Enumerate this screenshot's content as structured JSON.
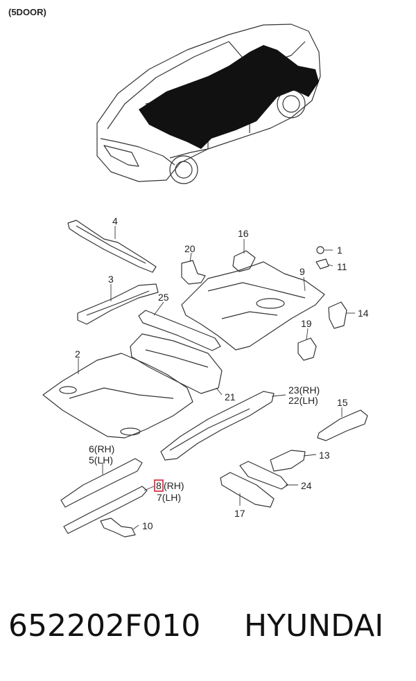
{
  "header": {
    "variant": "(5DOOR)"
  },
  "callouts": {
    "c1": "1",
    "c11": "11",
    "c4": "4",
    "c16": "16",
    "c20": "20",
    "c9": "9",
    "c3": "3",
    "c25": "25",
    "c14": "14",
    "c19": "19",
    "c2": "2",
    "c21": "21",
    "c23": "23(RH)",
    "c22": "22(LH)",
    "c15": "15",
    "c6": "6(RH)",
    "c5": "5(LH)",
    "c13": "13",
    "c8": "8",
    "c8suffix": "(RH)",
    "c7": "7(LH)",
    "c24": "24",
    "c17": "17",
    "c10": "10"
  },
  "footer": {
    "part_number": "652202F010",
    "brand": "HYUNDAI"
  },
  "colors": {
    "line": "#333333",
    "highlight": "#e0485a",
    "shade": "#111111"
  }
}
